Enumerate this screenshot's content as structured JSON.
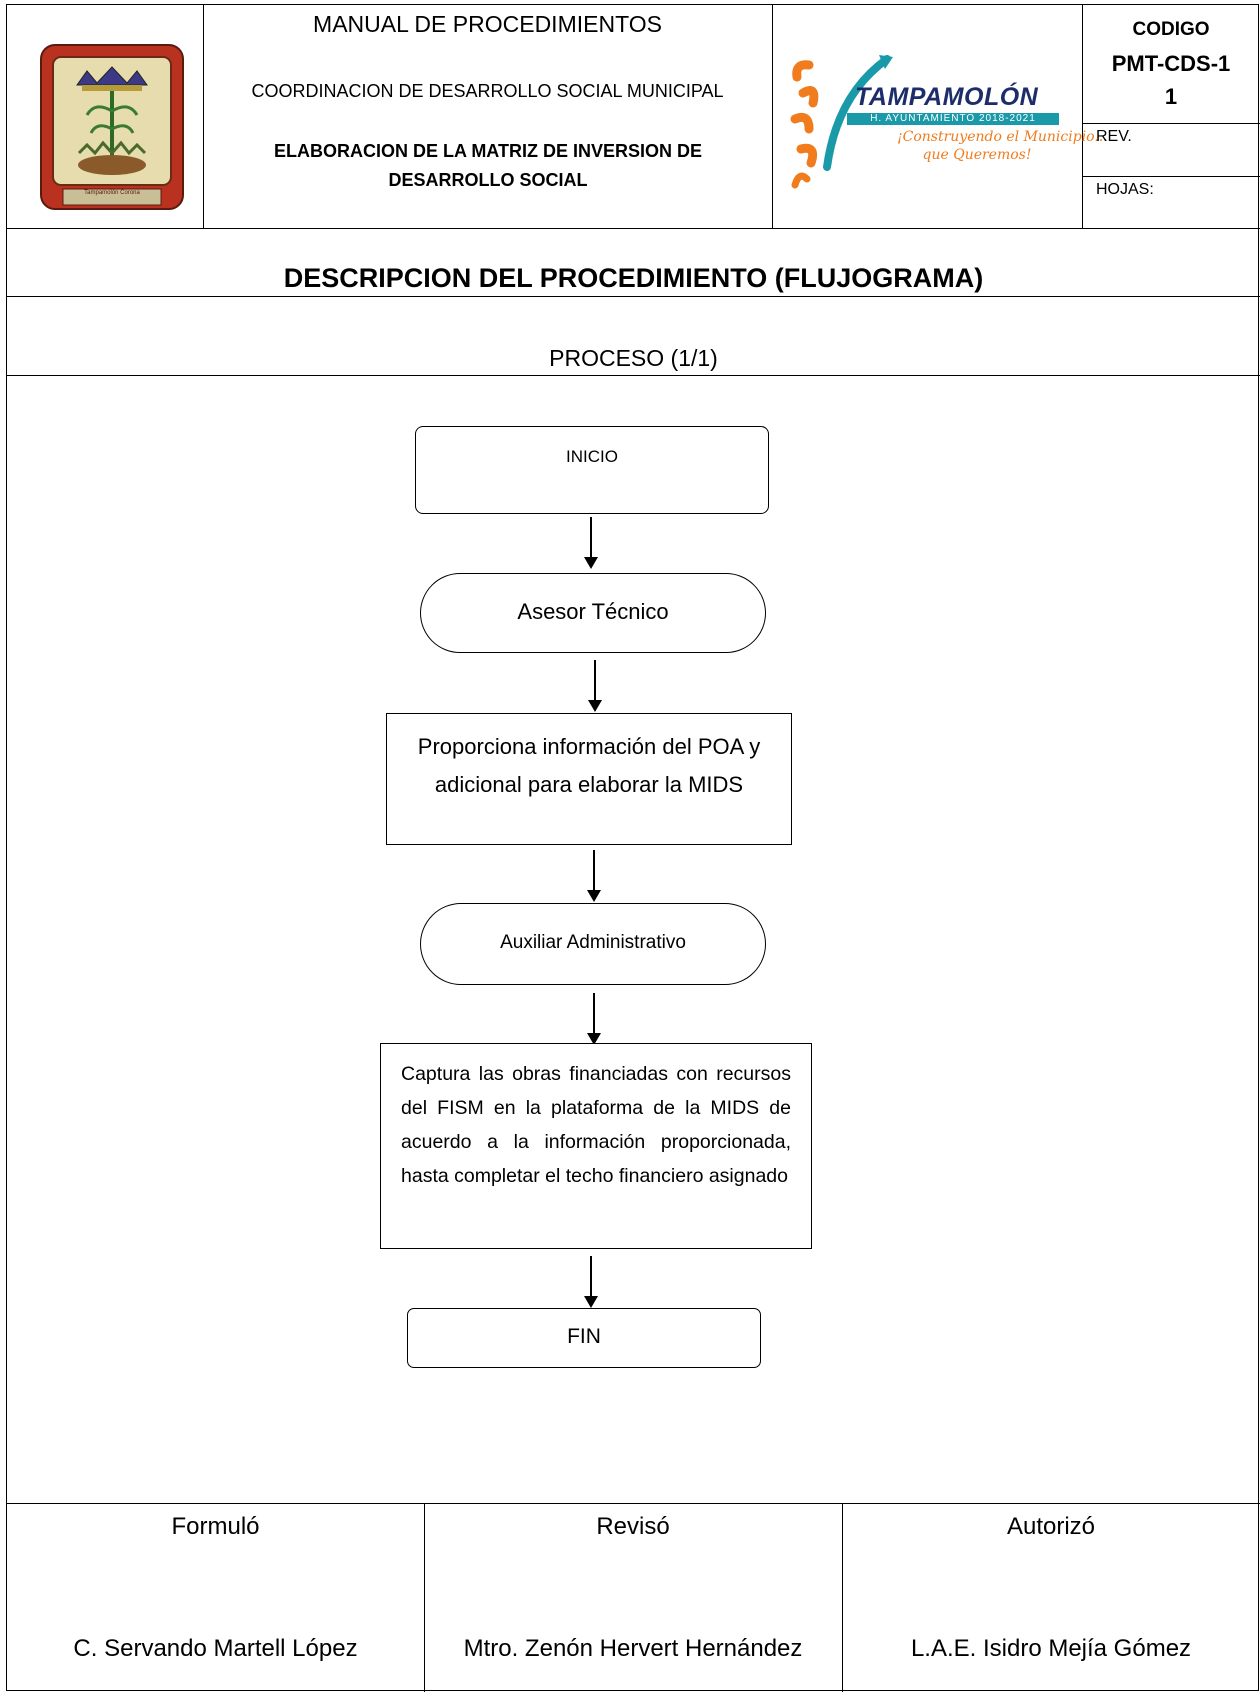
{
  "header": {
    "manual_title": "MANUAL DE PROCEDIMIENTOS",
    "department": "COORDINACION DE DESARROLLO SOCIAL MUNICIPAL",
    "procedure_title": "ELABORACION DE LA MATRIZ DE INVERSION DE DESARROLLO SOCIAL",
    "code_label": "CODIGO",
    "code_value": "PMT-CDS-11",
    "rev_label": "REV.",
    "sheets_label": "HOJAS:",
    "seal_caption": "Tampamolón Corona",
    "logo": {
      "name": "TAMPAMOLÓN",
      "subtitle": "H. AYUNTAMIENTO 2018-2021",
      "slogan_1": "¡Construyendo el Municipio...",
      "slogan_2": "que Queremos!"
    }
  },
  "section_title": "DESCRIPCION DEL PROCEDIMIENTO (FLUJOGRAMA)",
  "process_label": "PROCESO (1/1)",
  "flow": {
    "start": "INICIO",
    "actor_1": "Asesor Técnico",
    "step_1": "Proporciona información del POA y adicional para elaborar la MIDS",
    "actor_2": "Auxiliar Administrativo",
    "step_2": "Captura las obras financiadas con recursos del FISM en la plataforma de la MIDS de acuerdo a la información proporcionada, hasta completar el techo financiero asignado",
    "end": "FIN"
  },
  "signatures": {
    "formulo_label": "Formuló",
    "reviso_label": "Revisó",
    "autorizo_label": "Autorizó",
    "formulo_name": "C. Servando Martell López",
    "reviso_name": "Mtro. Zenón Hervert Hernández",
    "autorizo_name": "L.A.E. Isidro Mejía Gómez"
  },
  "colors": {
    "logo_teal": "#1a9aa8",
    "logo_navy": "#1d2c6b",
    "logo_orange": "#f07c1e",
    "seal_red": "#b8321f"
  }
}
